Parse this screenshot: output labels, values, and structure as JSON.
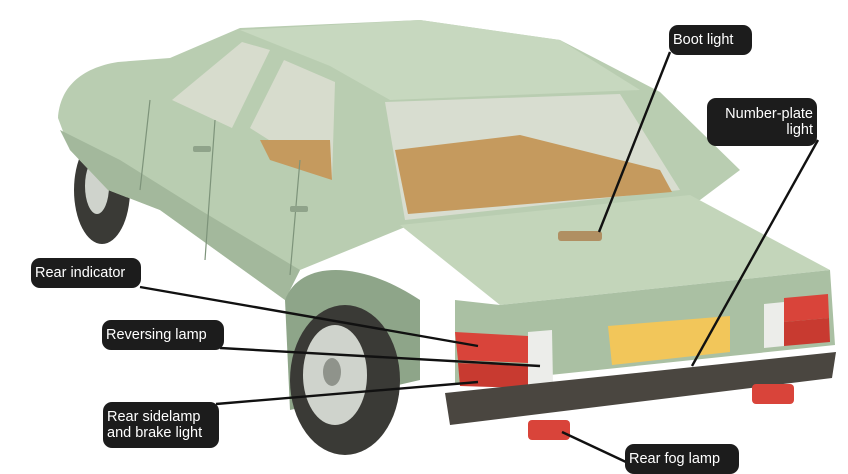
{
  "diagram": {
    "subject": "car-rear-lights",
    "callouts": [
      {
        "id": "boot-light",
        "label": "Boot light"
      },
      {
        "id": "number-plate-light",
        "label": "Number-plate\nlight"
      },
      {
        "id": "rear-indicator",
        "label": "Rear indicator"
      },
      {
        "id": "reversing-lamp",
        "label": "Reversing lamp"
      },
      {
        "id": "rear-sidelamp-brake-light",
        "label": "Rear sidelamp\nand brake light"
      },
      {
        "id": "rear-fog-lamp",
        "label": "Rear fog lamp"
      }
    ],
    "colors": {
      "body": "#b9cdb1",
      "body_shadow": "#93a98d",
      "glass": "#d8ddd0",
      "interior": "#c59a5e",
      "tyre": "#3a3a36",
      "bumper": "#4a4640",
      "plate": "#f2c65a",
      "lamp_red": "#d9443a",
      "lamp_white": "#ecedea",
      "callout_bg": "#1c1c1c",
      "callout_text": "#ffffff",
      "leader_line": "#111111"
    }
  }
}
